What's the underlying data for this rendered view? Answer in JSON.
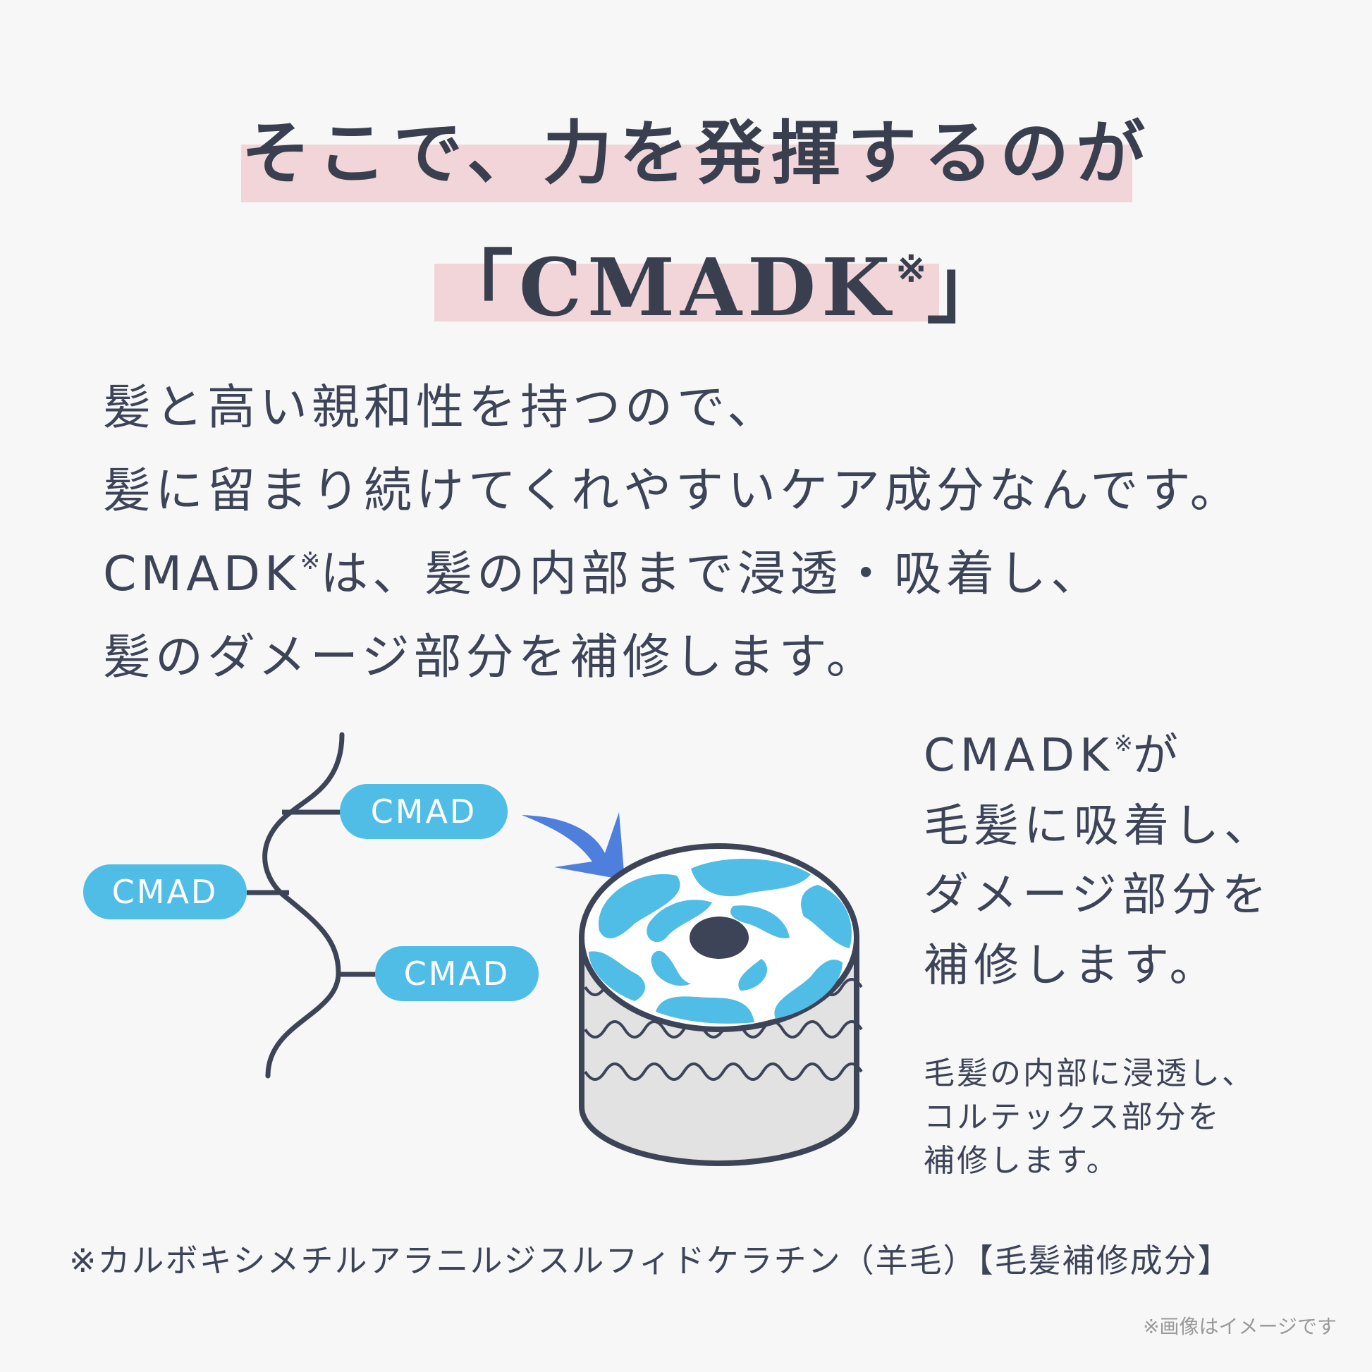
{
  "title": {
    "line1": "そこで、力を発揮するのが",
    "line2_open": "「CMADK",
    "line2_mark": "※",
    "line2_close": "」"
  },
  "body": {
    "line1": "髪と高い親和性を持つので、",
    "line2": "髪に留まり続けてくれやすいケア成分なんです。",
    "line3_pre": "CMADK",
    "line3_mark": "※",
    "line3_post": "は、髪の内部まで浸透・吸着し、",
    "line4": "髪のダメージ部分を補修します。"
  },
  "diagram": {
    "pill_left": "CMAD",
    "pill_top": "CMAD",
    "pill_bottom": "CMAD",
    "colors": {
      "pill": "#4fbde6",
      "arrow": "#4e7fdc",
      "line": "#3d4457",
      "hair_side": "#e2e2e2"
    }
  },
  "side": {
    "line1_pre": "CMADK",
    "line1_mark": "※",
    "line1_post": "が",
    "line2": "毛髪に吸着し、",
    "line3": "ダメージ部分を",
    "line4": "補修します。",
    "sub1": "毛髪の内部に浸透し、",
    "sub2": "コルテックス部分を",
    "sub3": "補修します。"
  },
  "footnote": "※カルボキシメチルアラニルジスルフィドケラチン（羊毛）【毛髪補修成分】",
  "image_note": "※画像はイメージです"
}
